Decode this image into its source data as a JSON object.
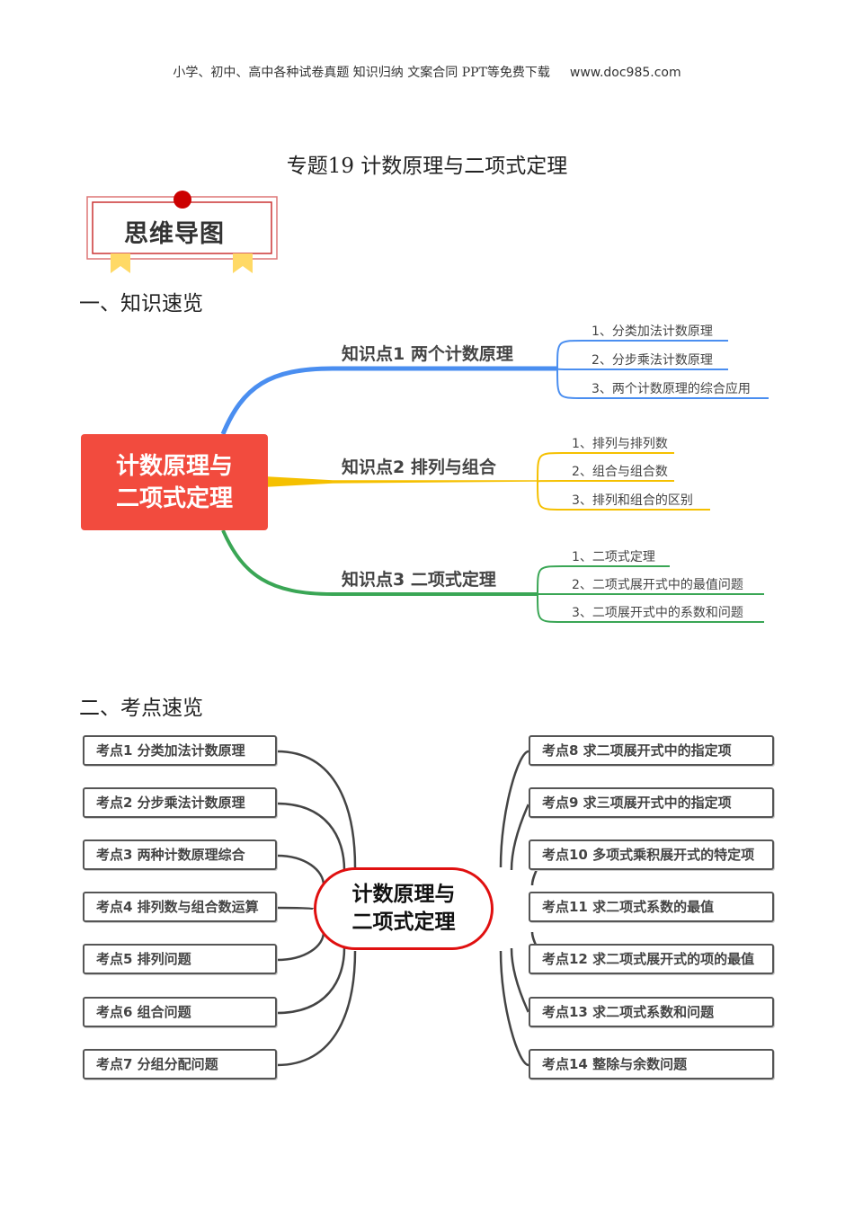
{
  "header": {
    "left": "小学、初中、高中各种试卷真题 知识归纳 文案合同 PPT等免费下载",
    "site": "www.doc985.com"
  },
  "title": "专题19 计数原理与二项式定理",
  "badge": "思维导图",
  "section1": "一、知识速览",
  "section2": "二、考点速览",
  "mindmap1": {
    "center": [
      "计数原理与",
      "二项式定理"
    ],
    "colors": {
      "center": "#f24b3e",
      "blue": "#4a8ef0",
      "yellow": "#f5c000",
      "green": "#3aa655"
    },
    "branches": [
      {
        "label": "知识点1  两个计数原理",
        "items": [
          "1、分类加法计数原理",
          "2、分步乘法计数原理",
          "3、两个计数原理的综合应用"
        ]
      },
      {
        "label": "知识点2  排列与组合",
        "items": [
          "1、排列与排列数",
          "2、组合与组合数",
          "3、排列和组合的区别"
        ]
      },
      {
        "label": "知识点3  二项式定理",
        "items": [
          "1、二项式定理",
          "2、二项式展开式中的最值问题",
          "3、二项展开式中的系数和问题"
        ]
      }
    ]
  },
  "mindmap2": {
    "center": [
      "计数原理与",
      "二项式定理"
    ],
    "left": [
      "考点1 分类加法计数原理",
      "考点2  分步乘法计数原理",
      "考点3  两种计数原理综合",
      "考点4  排列数与组合数运算",
      "考点5  排列问题",
      "考点6  组合问题",
      "考点7   分组分配问题"
    ],
    "right": [
      "考点8  求二项展开式中的指定项",
      "考点9  求三项展开式中的指定项",
      "考点10  多项式乘积展开式的特定项",
      "考点11  求二项式系数的最值",
      "考点12  求二项式展开式的项的最值",
      "考点13  求二项式系数和问题",
      "考点14  整除与余数问题"
    ]
  }
}
